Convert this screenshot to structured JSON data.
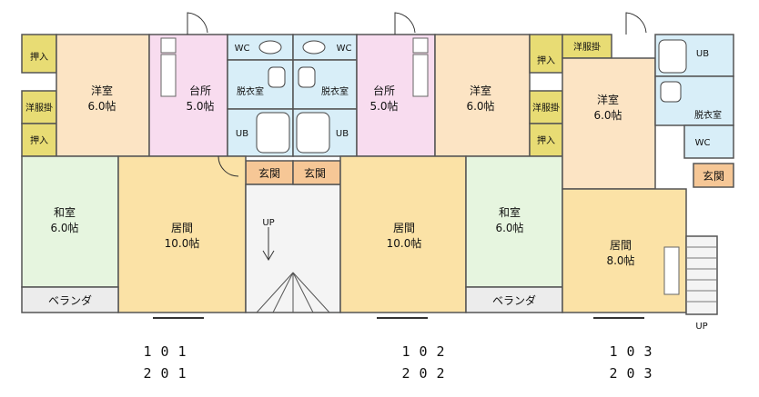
{
  "colors": {
    "wall": "#555555",
    "western_room": "#fce4c4",
    "living": "#fbe2a6",
    "kitchen": "#f8dcef",
    "japanese_room": "#e6f5df",
    "bath": "#d8eef8",
    "entrance": "#f6c796",
    "closet": "#e8dc74",
    "veranda": "#ececec",
    "stairs": "#f4f4f4"
  },
  "rooms": {
    "r101_closet1": "押入",
    "r101_closet2": "洋服掛",
    "r101_closet3": "押入",
    "r101_western_name": "洋室",
    "r101_western_size": "6.0帖",
    "r101_kitchen_name": "台所",
    "r101_kitchen_size": "5.0帖",
    "r101_wc": "WC",
    "r101_dressing": "脱衣室",
    "r101_ub": "UB",
    "r101_entrance": "玄関",
    "r101_japanese_name": "和室",
    "r101_japanese_size": "6.0帖",
    "r101_living_name": "居間",
    "r101_living_size": "10.0帖",
    "r101_veranda": "ベランダ",
    "stairs_up": "UP",
    "r102_wc": "WC",
    "r102_dressing": "脱衣室",
    "r102_ub": "UB",
    "r102_entrance": "玄関",
    "r102_kitchen_name": "台所",
    "r102_kitchen_size": "5.0帖",
    "r102_western_name": "洋室",
    "r102_western_size": "6.0帖",
    "r102_closet1": "押入",
    "r102_closet2": "洋服掛",
    "r102_closet3": "押入",
    "r102_living_name": "居間",
    "r102_living_size": "10.0帖",
    "r102_japanese_name": "和室",
    "r102_japanese_size": "6.0帖",
    "r102_veranda": "ベランダ",
    "r103_wardrobe": "洋服掛",
    "r103_ub": "UB",
    "r103_western_name": "洋室",
    "r103_western_size": "6.0帖",
    "r103_dressing": "脱衣室",
    "r103_wc": "WC",
    "r103_entrance": "玄関",
    "r103_living_name": "居間",
    "r103_living_size": "8.0帖",
    "r103_stairs_up": "UP"
  },
  "unit_labels": {
    "col1_top": "101",
    "col1_bottom": "201",
    "col2_top": "102",
    "col2_bottom": "202",
    "col3_top": "103",
    "col3_bottom": "203"
  }
}
